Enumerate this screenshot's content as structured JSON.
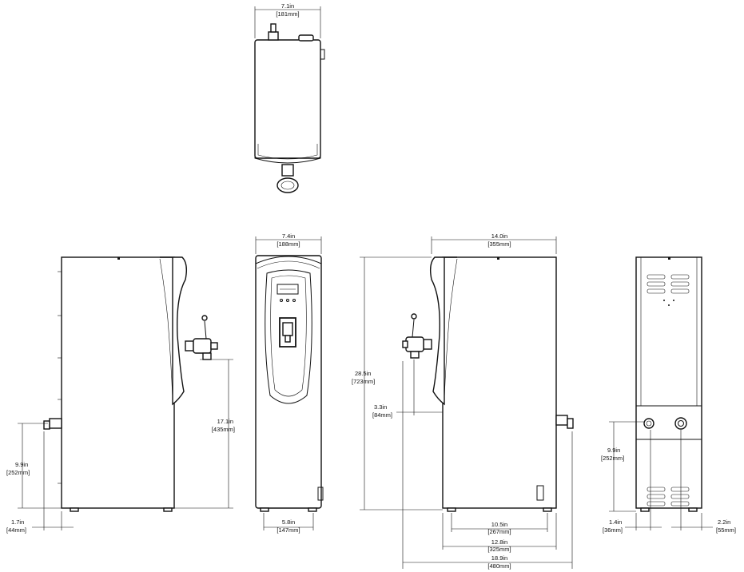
{
  "views": {
    "top": {
      "name": "top view"
    },
    "left_side": {
      "name": "left side view"
    },
    "front": {
      "name": "front view"
    },
    "right_side": {
      "name": "right side view"
    },
    "back": {
      "name": "back view"
    }
  },
  "dimensions": {
    "top_width": {
      "in": "7.1in",
      "mm": "[181mm]"
    },
    "front_width": {
      "in": "7.4in",
      "mm": "[188mm]"
    },
    "depth": {
      "in": "14.0in",
      "mm": "[355mm]"
    },
    "height": {
      "in": "28.5in",
      "mm": "[723mm]"
    },
    "faucet_height": {
      "in": "17.1in",
      "mm": "[435mm]"
    },
    "faucet_offset": {
      "in": "3.3in",
      "mm": "[84mm]"
    },
    "left_inlet_height": {
      "in": "9.9in",
      "mm": "[252mm]"
    },
    "left_inlet_offset": {
      "in": "1.7in",
      "mm": "[44mm]"
    },
    "front_base": {
      "in": "5.8in",
      "mm": "[147mm]"
    },
    "base_depth": {
      "in": "10.5in",
      "mm": "[267mm]"
    },
    "overall_depth_a": {
      "in": "12.8in",
      "mm": "[325mm]"
    },
    "overall_depth_b": {
      "in": "18.9in",
      "mm": "[480mm]"
    },
    "back_inlet_height": {
      "in": "9.9in",
      "mm": "[252mm]"
    },
    "back_left_offset": {
      "in": "1.4in",
      "mm": "[36mm]"
    },
    "back_right_offset": {
      "in": "2.2in",
      "mm": "[55mm]"
    }
  }
}
